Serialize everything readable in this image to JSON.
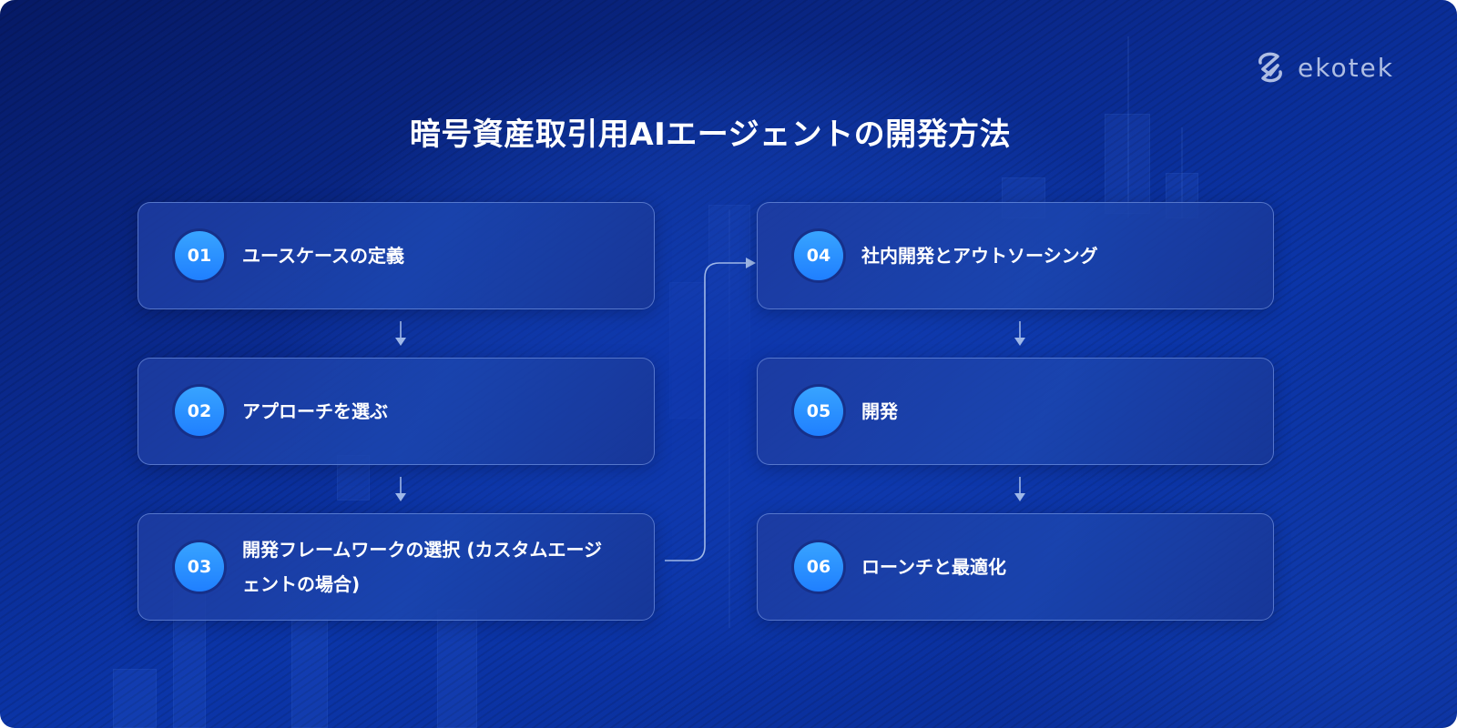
{
  "brand": {
    "name": "ekotek",
    "logo_icon": "ekotek-logo-icon"
  },
  "title": "暗号資産取引用AIエージェントの開発方法",
  "colors": {
    "background_dark": "#061a66",
    "background_mid": "#0b35a8",
    "badge_top": "#38a4ff",
    "badge_bottom": "#1f7fff",
    "card_border": "#a0beff",
    "connector": "#9fb8e8",
    "text": "#ffffff",
    "logo": "#aebde3"
  },
  "steps": [
    {
      "number": "01",
      "label": "ユースケースの定義"
    },
    {
      "number": "02",
      "label": "アプローチを選ぶ"
    },
    {
      "number": "03",
      "label": "開発フレームワークの選択 (カスタムエージェントの場合)"
    },
    {
      "number": "04",
      "label": "社内開発とアウトソーシング"
    },
    {
      "number": "05",
      "label": "開発"
    },
    {
      "number": "06",
      "label": "ローンチと最適化"
    }
  ],
  "connectors": [
    {
      "from": "01",
      "to": "02",
      "type": "arrow-down"
    },
    {
      "from": "02",
      "to": "03",
      "type": "arrow-down"
    },
    {
      "from": "03",
      "to": "04",
      "type": "elbow-arrow-right"
    },
    {
      "from": "04",
      "to": "05",
      "type": "arrow-down"
    },
    {
      "from": "05",
      "to": "06",
      "type": "arrow-down"
    }
  ]
}
